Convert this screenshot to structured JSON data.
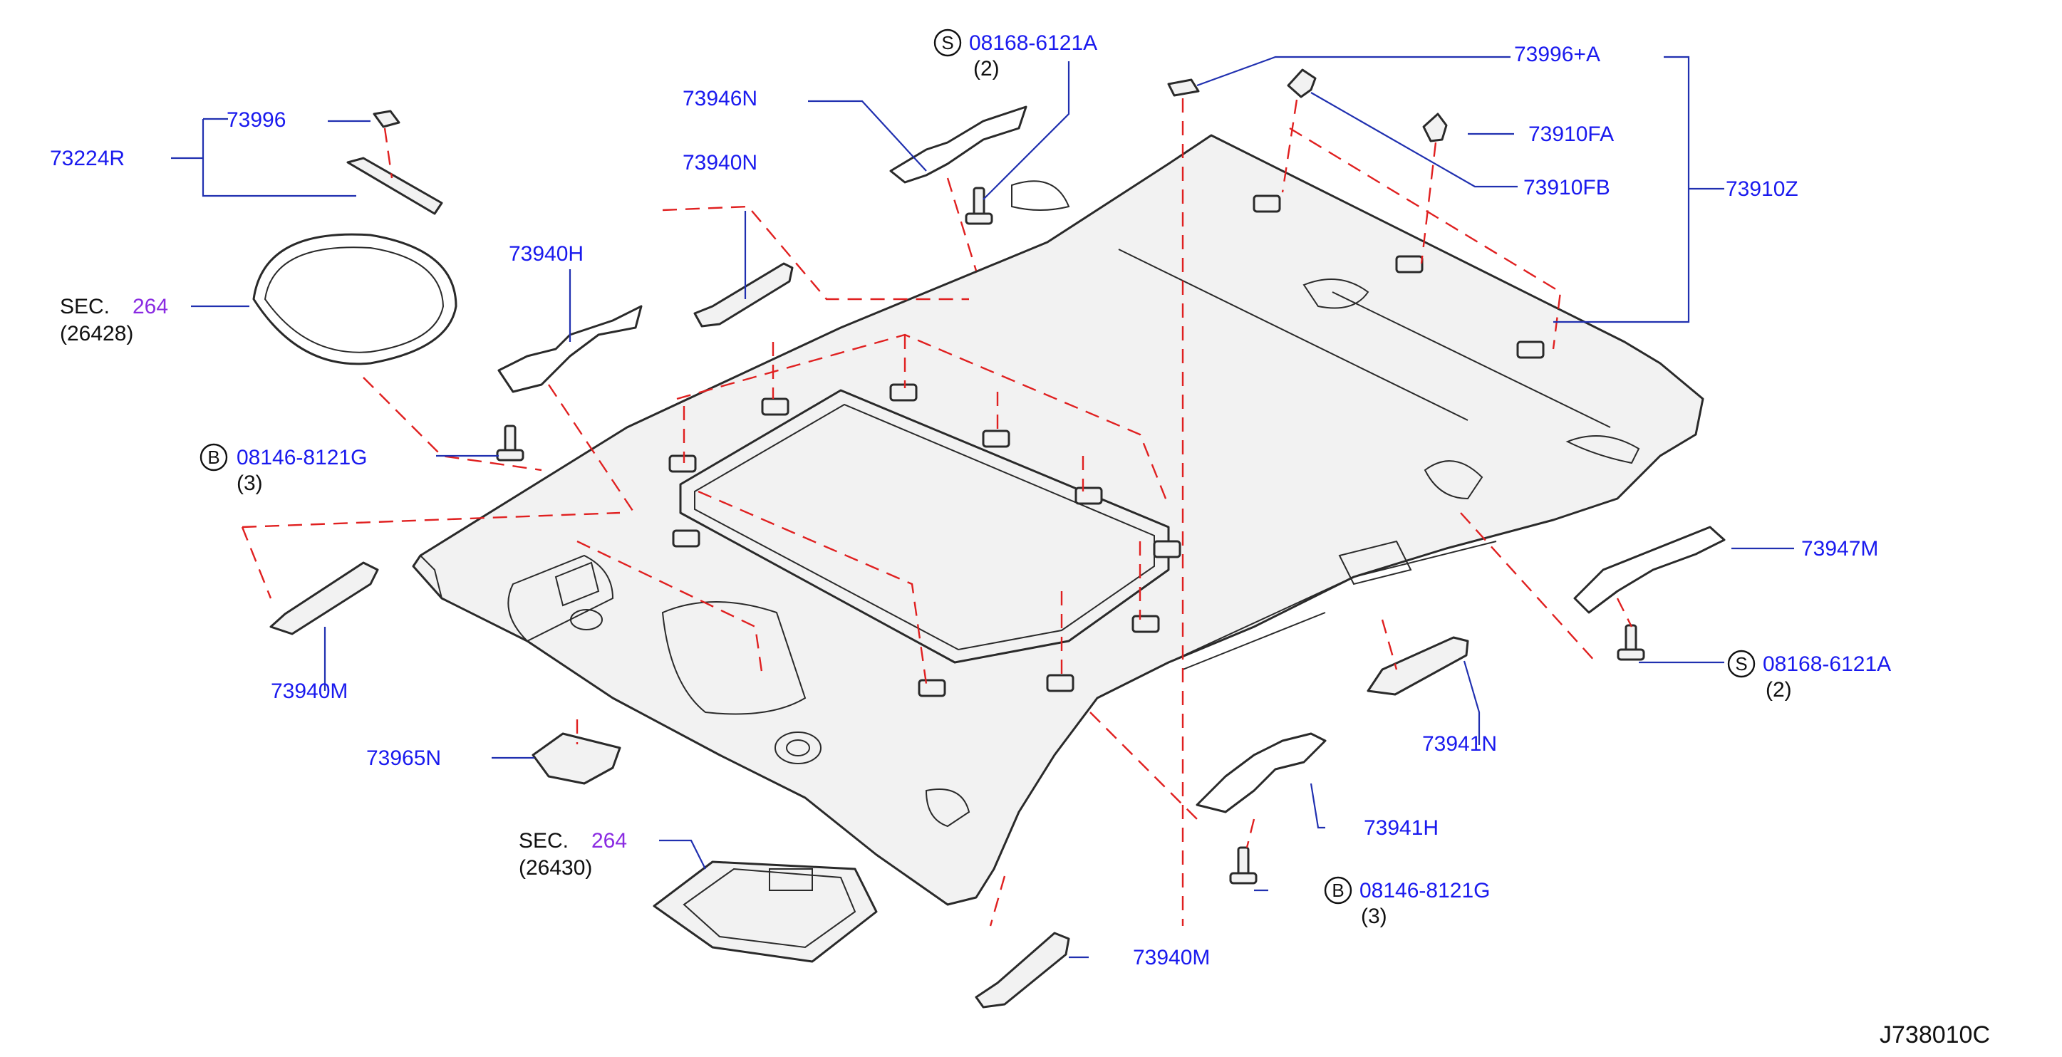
{
  "labels": {
    "p73224R": "73224R",
    "p73996": "73996",
    "p73996A": "73996+A",
    "p73910FA": "73910FA",
    "p73910FB": "73910FB",
    "p73910Z": "73910Z",
    "p73946N": "73946N",
    "p73940N": "73940N",
    "p73940H": "73940H",
    "p73940M_left": "73940M",
    "p73940M_bottom": "73940M",
    "p73965N": "73965N",
    "p73947M": "73947M",
    "p73941N": "73941N",
    "p73941H": "73941H",
    "bolt_s_top": "08168-6121A",
    "bolt_s_top_qty": "(2)",
    "bolt_s_right": "08168-6121A",
    "bolt_s_right_qty": "(2)",
    "bolt_b_left": "08146-8121G",
    "bolt_b_left_qty": "(3)",
    "bolt_b_bottom": "08146-8121G",
    "bolt_b_bottom_qty": "(3)",
    "sec_prefix": "SEC.",
    "sec_264_a": "264",
    "sec_264_a_ref": "(26428)",
    "sec_264_b": "264",
    "sec_264_b_ref": "(26430)",
    "circle_s": "S",
    "circle_b": "B",
    "drawing_code": "J738010C"
  },
  "colors": {
    "part_number": "#1a1aee",
    "section_number": "#8a2be2",
    "reference_line": "#e02020",
    "leader_line": "#2030b0",
    "outline": "#2a2a2a"
  }
}
